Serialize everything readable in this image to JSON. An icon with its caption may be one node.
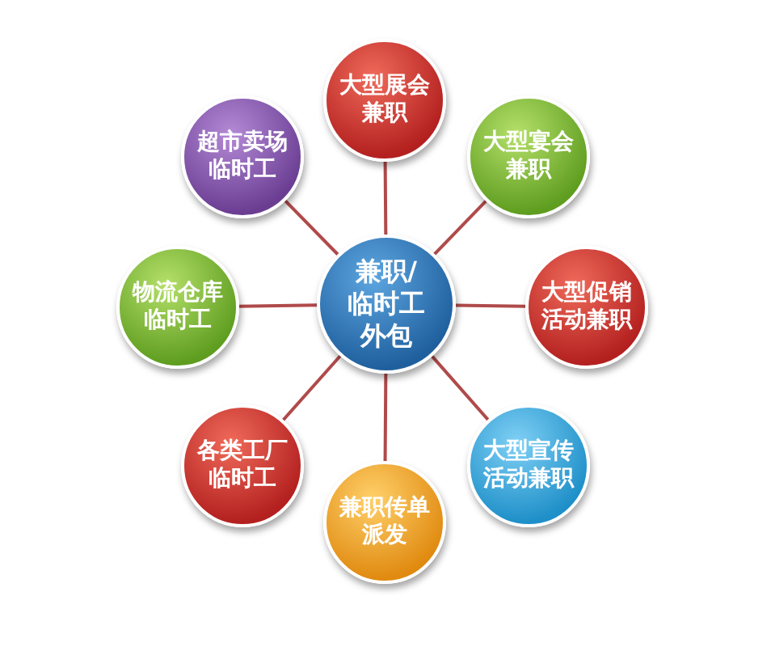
{
  "diagram": {
    "nodes": [
      {
        "text": [
          "兼职/临时工外包"
        ]
      },
      {
        "text": [
          "大型展会兼职"
        ]
      },
      {
        "text": [
          "大型宴会兼职"
        ]
      },
      {
        "text": [
          "大型促销活动兼职"
        ]
      },
      {
        "text": [
          "大型宣传活动兼职"
        ]
      },
      {
        "text": [
          "兼职传单派发"
        ]
      },
      {
        "text": [
          "各类工厂临时工"
        ]
      },
      {
        "text": [
          "物流仓库临时工"
        ]
      },
      {
        "text": [
          "超市卖场临时工"
        ]
      }
    ],
    "edges": [
      {
        "from": 0,
        "to": 1,
        "arrow": "none"
      },
      {
        "from": 0,
        "to": 2,
        "arrow": "none"
      },
      {
        "from": 0,
        "to": 3,
        "arrow": "none"
      },
      {
        "from": 0,
        "to": 4,
        "arrow": "none"
      },
      {
        "from": 0,
        "to": 5,
        "arrow": "none"
      },
      {
        "from": 0,
        "to": 6,
        "arrow": "none"
      },
      {
        "from": 0,
        "to": 7,
        "arrow": "none"
      },
      {
        "from": 0,
        "to": 8,
        "arrow": "none"
      }
    ]
  }
}
